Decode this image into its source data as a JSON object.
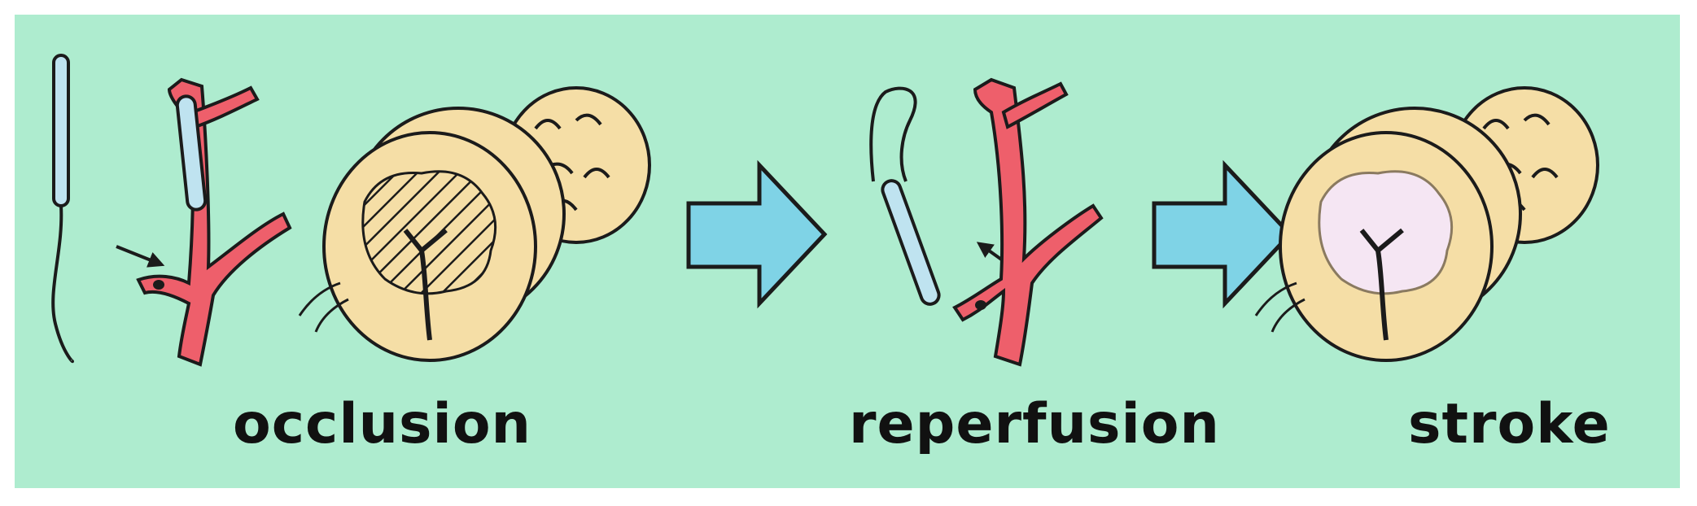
{
  "colors": {
    "background": "#aeeccf",
    "artery": "#ee5f6b",
    "filament": "#bfe3f0",
    "brain": "#f5dea6",
    "arrow": "#7fd3e6",
    "infarct": "#f5e6f3"
  },
  "stages": [
    {
      "label": "occlusion"
    },
    {
      "label": "reperfusion"
    },
    {
      "label": "stroke"
    }
  ]
}
